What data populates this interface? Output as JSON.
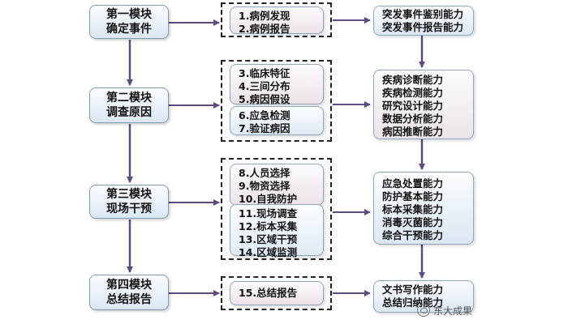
{
  "modules": [
    {
      "line1": "第一模块",
      "line2": "确定事件"
    },
    {
      "line1": "第二模块",
      "line2": "调查原因"
    },
    {
      "line1": "第三模块",
      "line2": "现场干预"
    },
    {
      "line1": "第四模块",
      "line2": "总结报告"
    }
  ],
  "groups": [
    {
      "boxes": [
        {
          "items": [
            "1.病例发现",
            "2.病例报告"
          ]
        }
      ]
    },
    {
      "boxes": [
        {
          "items": [
            "3.临床特征",
            "4.三间分布",
            "5.病因假设"
          ]
        },
        {
          "items": [
            "6.应急检测",
            "7.验证病因"
          ]
        }
      ]
    },
    {
      "boxes": [
        {
          "items": [
            "8.人员选择",
            "9.物资选择",
            "10.自我防护"
          ]
        },
        {
          "items": [
            "11.现场调查",
            "12.标本采集",
            "13.区域干预",
            "14.区域监测"
          ]
        }
      ]
    },
    {
      "boxes": [
        {
          "items": [
            "15.总结报告"
          ]
        }
      ]
    }
  ],
  "capabilities": [
    {
      "items": [
        "突发事件鉴别能力",
        "突发事件报告能力"
      ]
    },
    {
      "items": [
        "疾病诊断能力",
        "疾病检测能力",
        "研究设计能力",
        "数据分析能力",
        "病因推断能力"
      ]
    },
    {
      "items": [
        "应急处置能力",
        "防护基本能力",
        "标本采集能力",
        "消毒灭菌能力",
        "综合干预能力"
      ]
    },
    {
      "items": [
        "文书写作能力",
        "总结归纳能力"
      ]
    }
  ],
  "watermark": {
    "text": "东大成果",
    "icon": "wechat-icon"
  },
  "colors": {
    "box_border": "#7e9cb2",
    "box_fill": "#dbe8f3",
    "inner_pink": "#ece3ea",
    "arrow": "#5e4a80",
    "dashed_border": "#222222"
  }
}
